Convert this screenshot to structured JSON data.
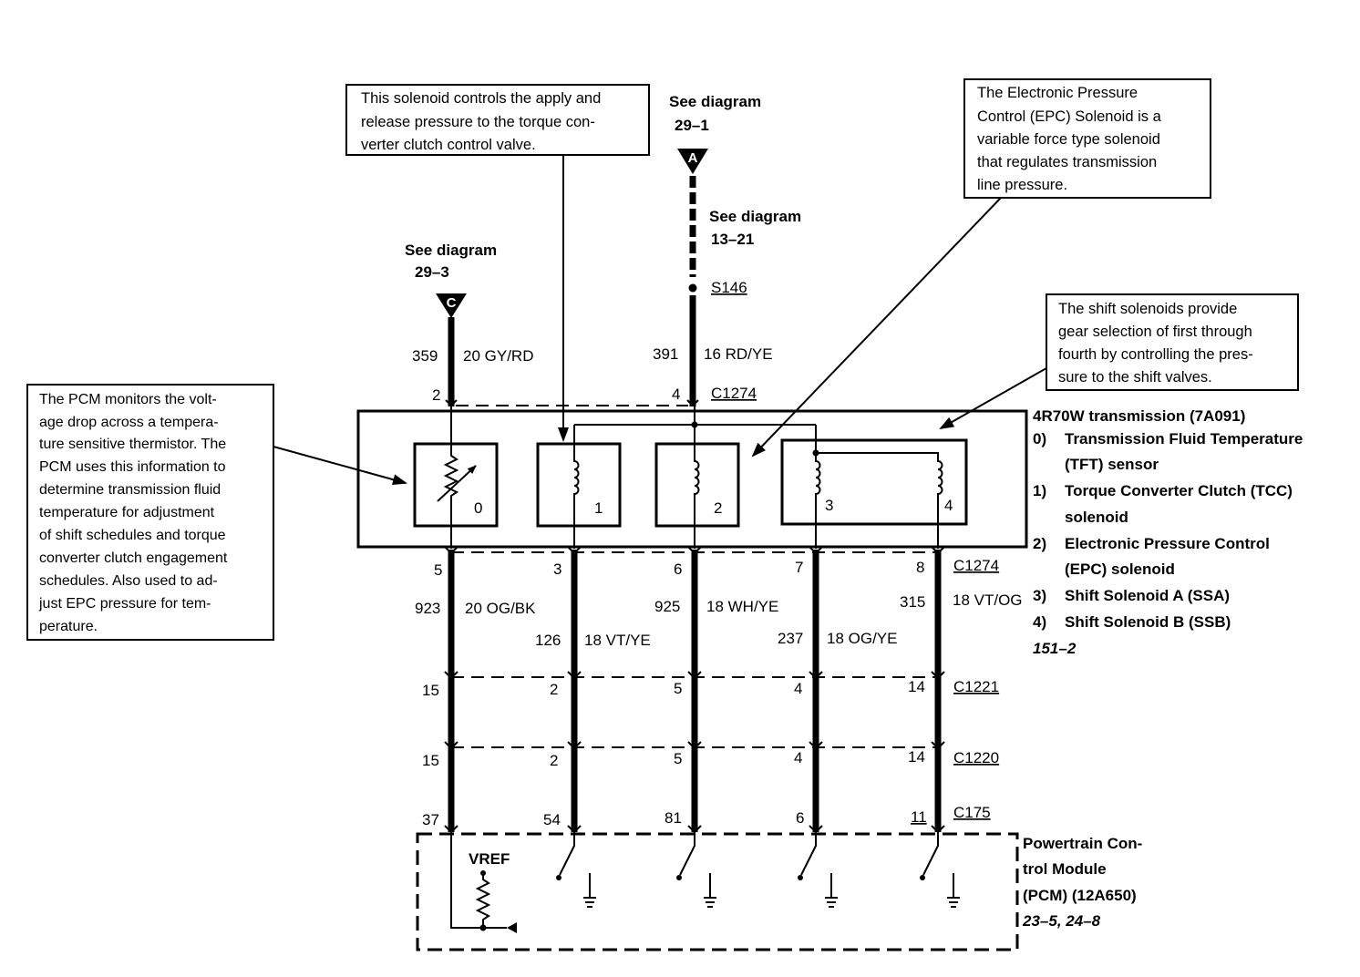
{
  "callouts": {
    "tcc": [
      "This solenoid controls the apply and",
      "release pressure to the torque con-",
      "verter clutch control valve."
    ],
    "epc": [
      "The Electronic Pressure",
      "Control (EPC) Solenoid is a",
      "variable force type solenoid",
      "that regulates transmission",
      "line pressure."
    ],
    "shift": [
      "The shift solenoids provide",
      "gear selection of first through",
      "fourth by controlling the pres-",
      "sure to the shift valves."
    ],
    "tft": [
      "The PCM monitors the volt-",
      "age drop across a tempera-",
      "ture sensitive thermistor. The",
      "PCM uses this information to",
      "determine transmission fluid",
      "temperature for adjustment",
      "of shift schedules and torque",
      "converter clutch engagement",
      "schedules. Also used to ad-",
      "just EPC pressure for tem-",
      "perature."
    ]
  },
  "references": {
    "a": {
      "see": "See diagram",
      "page": "29–1",
      "letter": "A"
    },
    "c": {
      "see": "See diagram",
      "page": "29–3",
      "letter": "C"
    },
    "mid": {
      "see": "See diagram",
      "page": "13–21"
    }
  },
  "splice": "S146",
  "top_wires": [
    {
      "circuit": "359",
      "spec": "20 GY/RD",
      "pin": "2"
    },
    {
      "circuit": "391",
      "spec": "16 RD/YE",
      "pin": "4"
    }
  ],
  "connectors": {
    "c1274_top": {
      "name": "C1274"
    },
    "c1274_bottom": {
      "name": "C1274",
      "pins": [
        "5",
        "3",
        "6",
        "7",
        "8"
      ]
    },
    "c1221": {
      "name": "C1221",
      "pins": [
        "15",
        "2",
        "5",
        "4",
        "14"
      ]
    },
    "c1220": {
      "name": "C1220",
      "pins": [
        "15",
        "2",
        "5",
        "4",
        "14"
      ]
    },
    "c175": {
      "name": "C175",
      "pins": [
        "37",
        "54",
        "81",
        "6",
        "11"
      ]
    }
  },
  "bottom_wires": [
    {
      "circuit": "923",
      "spec": "20 OG/BK"
    },
    {
      "circuit": "126",
      "spec": "18 VT/YE"
    },
    {
      "circuit": "925",
      "spec": "18 WH/YE"
    },
    {
      "circuit": "237",
      "spec": "18 OG/YE"
    },
    {
      "circuit": "315",
      "spec": "18 VT/OG"
    }
  ],
  "components": [
    "0",
    "1",
    "2",
    "3",
    "4"
  ],
  "transmission": {
    "title": "4R70W transmission (7A091)",
    "legend": [
      {
        "key": "0)",
        "lines": [
          "Transmission Fluid Temperature",
          "(TFT) sensor"
        ]
      },
      {
        "key": "1)",
        "lines": [
          "Torque Converter Clutch (TCC)",
          "solenoid"
        ]
      },
      {
        "key": "2)",
        "lines": [
          "Electronic Pressure Control",
          "(EPC) solenoid"
        ]
      },
      {
        "key": "3)",
        "lines": [
          "Shift Solenoid A (SSA)"
        ]
      },
      {
        "key": "4)",
        "lines": [
          "Shift Solenoid B (SSB)"
        ]
      }
    ],
    "ref": "151–2"
  },
  "pcm": {
    "lines": [
      "Powertrain Con-",
      "trol Module",
      "(PCM) (12A650)"
    ],
    "ref": "23–5, 24–8",
    "vref": "VREF"
  },
  "colors": {
    "ink": "#000000",
    "paper": "#ffffff"
  }
}
